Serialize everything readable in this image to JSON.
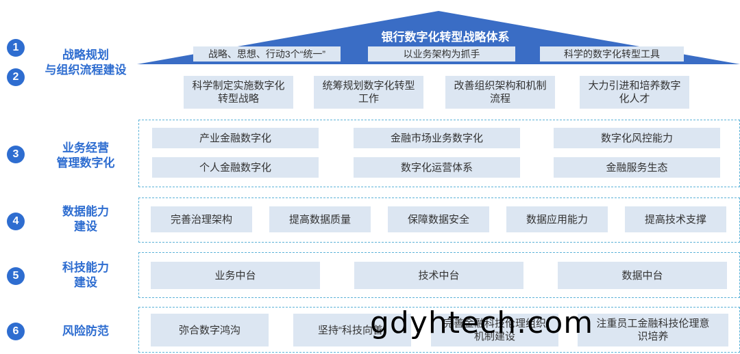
{
  "roof": {
    "title": "银行数字化转型战略体系",
    "items": [
      "战略、思想、行动3个“统一”",
      "以业务架构为抓手",
      "科学的数字化转型工具"
    ]
  },
  "rows": [
    {
      "number": "1",
      "label_line1": "战略规划",
      "label_line2": "与组织流程建设"
    },
    {
      "number": "2"
    },
    {
      "number": "3",
      "label_line1": "业务经营",
      "label_line2": "管理数字化"
    },
    {
      "number": "4",
      "label_line1": "数据能力",
      "label_line2": "建设"
    },
    {
      "number": "5",
      "label_line1": "科技能力",
      "label_line2": "建设"
    },
    {
      "number": "6",
      "label_line1": "风险防范",
      "label_line2": ""
    }
  ],
  "strategy_boxes": [
    {
      "line1": "科学制定实施数字化",
      "line2": "转型战略"
    },
    {
      "line1": "统筹规划数字化转型",
      "line2": "工作"
    },
    {
      "line1": "改善组织架构和机制",
      "line2": "流程"
    },
    {
      "line1": "大力引进和培养数字",
      "line2": "化人才"
    }
  ],
  "business_boxes": [
    "产业金融数字化",
    "金融市场业务数字化",
    "数字化风控能力",
    "个人金融数字化",
    "数字化运营体系",
    "金融服务生态"
  ],
  "data_boxes": [
    "完善治理架构",
    "提高数据质量",
    "保障数据安全",
    "数据应用能力",
    "提高技术支撑"
  ],
  "tech_boxes": [
    "业务中台",
    "技术中台",
    "数据中台"
  ],
  "risk_boxes": [
    {
      "line1": "弥合数字鸿沟",
      "line2": ""
    },
    {
      "line1": "坚持“科技向善”",
      "line2": ""
    },
    {
      "line1": "完善金融科技伦理组织",
      "line2": "机制建设"
    },
    {
      "line1": "注重员工金融科技伦理意",
      "line2": "识培养"
    }
  ],
  "watermark": "gdyhtech.com",
  "colors": {
    "accent": "#2e6dd0",
    "box": "#dce6f2",
    "dash": "#5bb2d8"
  }
}
